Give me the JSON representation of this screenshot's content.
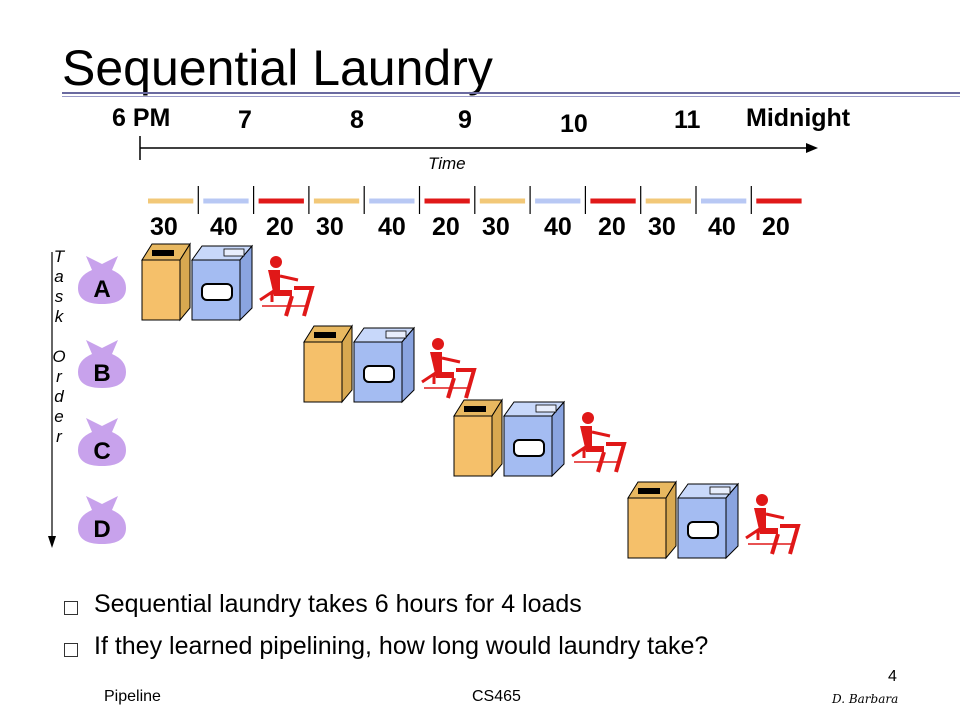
{
  "slide": {
    "title": "Sequential Laundry",
    "hours": [
      "6 PM",
      "7",
      "8",
      "9",
      "10",
      "11",
      "Midnight"
    ],
    "axis_label": "Time",
    "durations": [
      "30",
      "40",
      "20",
      "30",
      "40",
      "20",
      "30",
      "40",
      "20",
      "30",
      "40",
      "20"
    ],
    "segment_colors": [
      "#f2c878",
      "#b8c8f4",
      "#e01818"
    ],
    "vertical_label": [
      "T",
      "a",
      "s",
      "k",
      "",
      "O",
      "r",
      "d",
      "e",
      "r"
    ],
    "tasks": [
      "A",
      "B",
      "C",
      "D"
    ],
    "bullets": [
      "Sequential laundry takes 6 hours for 4 loads",
      "If they learned pipelining, how long would  laundry take?"
    ]
  },
  "footer": {
    "left": "Pipeline",
    "center": "CS465",
    "page_number": "4",
    "author": "D. Barbara"
  },
  "colors": {
    "washer": "#f5c06a",
    "dryer": "#a4bcf2",
    "bag": "#c8a2ec",
    "folder": "#e01818",
    "title_rule": "#6a6aa0"
  }
}
